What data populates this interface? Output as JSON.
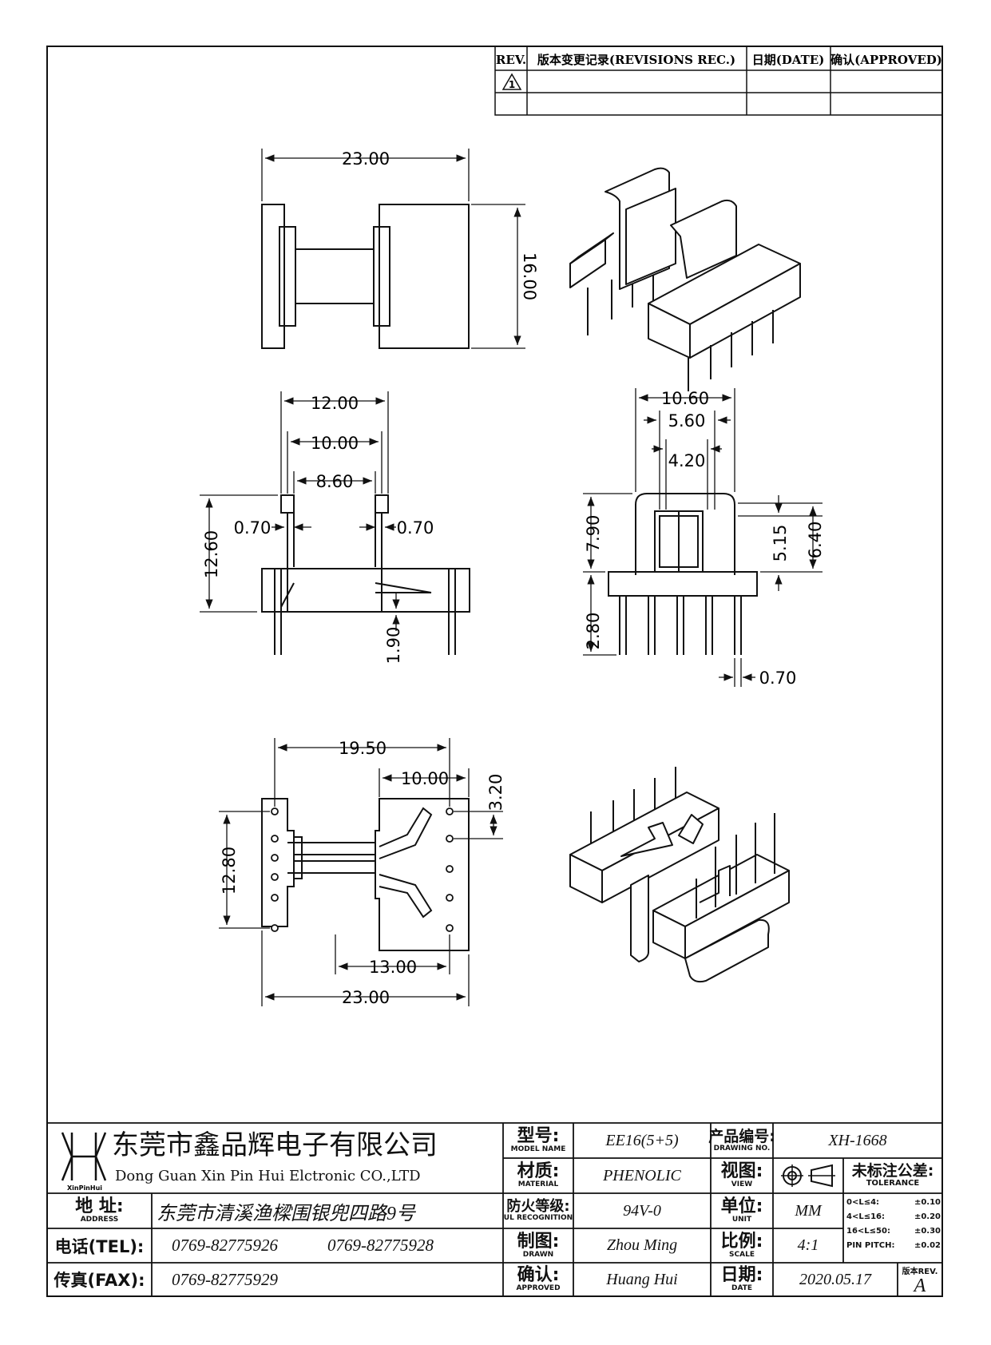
{
  "revision_block": {
    "rev_header": "REV.",
    "rec_header": "版本变更记录(REVISIONS REC.)",
    "date_header": "日期(DATE)",
    "approved_header": "确认(APPROVED)",
    "rev_symbol": "1"
  },
  "dimensions": {
    "top_width": "23.00",
    "top_height": "16.00",
    "front_12": "12.00",
    "front_10": "10.00",
    "front_860": "8.60",
    "front_070_left": "0.70",
    "front_070_right": "0.70",
    "front_1260": "12.60",
    "front_190": "1.90",
    "side_1060": "10.60",
    "side_560": "5.60",
    "side_420": "4.20",
    "side_790": "7.90",
    "side_515": "5.15",
    "side_640": "6.40",
    "side_280": "2.80",
    "side_070": "0.70",
    "bottom_1950": "19.50",
    "bottom_1000": "10.00",
    "bottom_320": "3.20",
    "bottom_1280": "12.80",
    "bottom_1300": "13.00",
    "bottom_2300": "23.00"
  },
  "title_block": {
    "logo_text": "XinPinHui",
    "company_cn": "东莞市鑫品辉电子有限公司",
    "company_en": "Dong Guan Xin Pin Hui Elctronic CO.,LTD",
    "address_label": "地 址:",
    "address_sub": "ADDRESS",
    "address_value": "东莞市清溪渔樑围银兜四路9号",
    "tel_label": "电话(TEL):",
    "tel_value_1": "0769-82775926",
    "tel_value_2": "0769-82775928",
    "fax_label": "传真(FAX):",
    "fax_value": "0769-82775929",
    "model_label": "型号:",
    "model_sub": "MODEL NAME",
    "model_value": "EE16(5+5)",
    "material_label": "材质:",
    "material_sub": "MATERIAL",
    "material_value": "PHENOLIC",
    "fire_label": "防火等级:",
    "fire_sub": "UL RECOGNITION",
    "fire_value": "94V-0",
    "drawn_label": "制图:",
    "drawn_sub": "DRAWN",
    "drawn_value": "Zhou Ming",
    "approved_label": "确认:",
    "approved_sub": "APPROVED",
    "approved_value": "Huang Hui",
    "drawing_no_label": "产品编号:",
    "drawing_no_sub": "DRAWING NO.",
    "drawing_no_value": "XH-1668",
    "view_label": "视图:",
    "view_sub": "VIEW",
    "unit_label": "单位:",
    "unit_sub": "UNIT",
    "unit_value": "MM",
    "scale_label": "比例:",
    "scale_sub": "SCALE",
    "scale_value": "4:1",
    "date_label": "日期:",
    "date_sub": "DATE",
    "date_value": "2020.05.17",
    "tolerance_label": "未标注公差:",
    "tolerance_sub": "TOLERANCE",
    "tolerance_rows": [
      {
        "range": "0<L≤4:",
        "value": "±0.10"
      },
      {
        "range": "4<L≤16:",
        "value": "±0.20"
      },
      {
        "range": "16<L≤50:",
        "value": "±0.30"
      },
      {
        "range": "PIN PITCH:",
        "value": "±0.02"
      }
    ],
    "rev_label": "版本REV.",
    "rev_value": "A"
  }
}
